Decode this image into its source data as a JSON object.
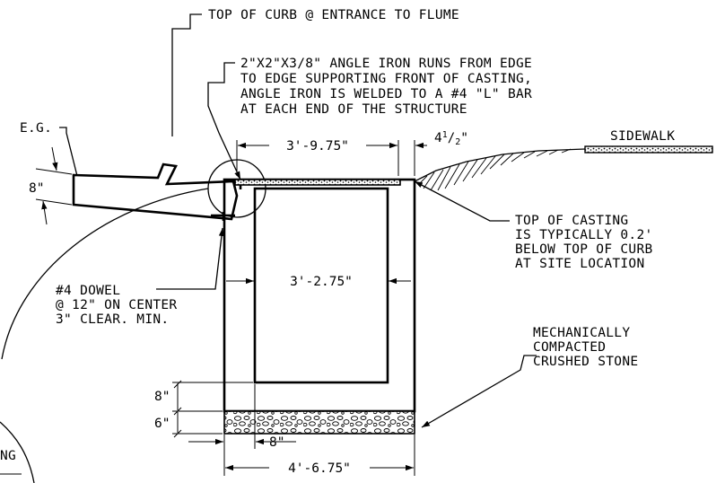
{
  "notes": {
    "curb_top": "TOP OF CURB @ ENTRANCE TO FLUME",
    "angle_iron": [
      "2\"X2\"X3/8\" ANGLE IRON RUNS FROM EDGE",
      "TO EDGE SUPPORTING FRONT OF CASTING,",
      "ANGLE IRON IS WELDED TO A #4 \"L\" BAR",
      "AT EACH END OF THE STRUCTURE"
    ],
    "existing_grade": "E.G.",
    "sidewalk": "SIDEWALK",
    "casting": [
      "TOP OF CASTING",
      "IS TYPICALLY 0.2'",
      "BELOW TOP OF CURB",
      "AT SITE LOCATION"
    ],
    "dowel": [
      "#4 DOWEL",
      "@ 12\" ON CENTER",
      "3\" CLEAR. MIN."
    ],
    "stone": [
      "MECHANICALLY",
      "COMPACTED",
      "CRUSHED STONE"
    ],
    "partial_label": "NG"
  },
  "dimensions": {
    "casting_width": "3'-9.75\"",
    "setback_whole": "4",
    "setback_num": "1",
    "setback_den": "2",
    "setback_unit": "\"",
    "flume_thickness": "8\"",
    "inner_depth": "3'-2.75\"",
    "base_slab": "8\"",
    "stone_depth": "6\"",
    "wall_thickness": "8\"",
    "overall_width": "4'-6.75\""
  },
  "colors": {
    "ink": "#000000",
    "paper": "#ffffff"
  }
}
